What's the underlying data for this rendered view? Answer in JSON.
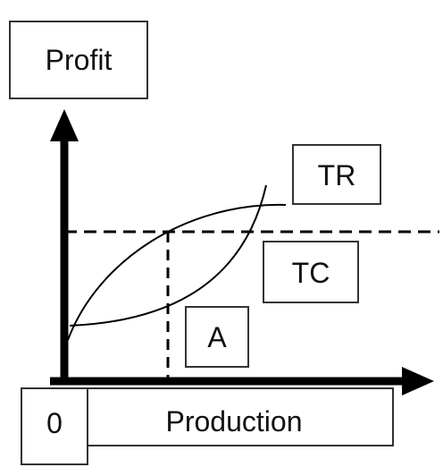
{
  "labels": {
    "y_axis": "Profit",
    "x_axis": "Production",
    "origin": "0",
    "tr": "TR",
    "tc": "TC",
    "point": "A"
  },
  "colors": {
    "ink": "#000000",
    "box_border": "#333333",
    "background": "#ffffff"
  }
}
